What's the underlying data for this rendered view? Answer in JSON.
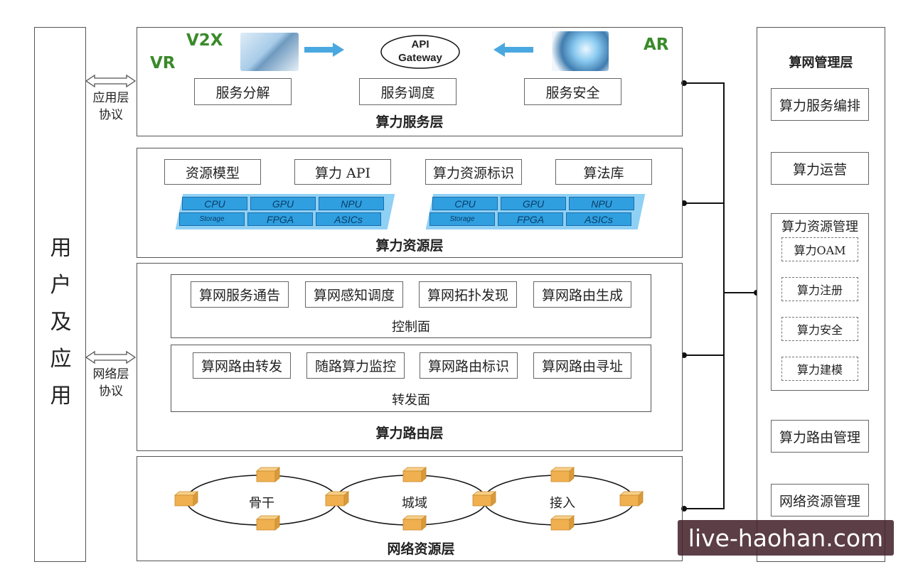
{
  "left_panel": {
    "title_chars": [
      "用",
      "户",
      "及",
      "应",
      "用"
    ]
  },
  "protocols": {
    "app": [
      "应用层",
      "协议"
    ],
    "net": [
      "网络层",
      "协议"
    ]
  },
  "service_layer": {
    "title": "算力服务层",
    "labels": {
      "v2x": "V2X",
      "vr": "VR",
      "ar": "AR"
    },
    "gateway": [
      "API",
      "Gateway"
    ],
    "boxes": [
      "服务分解",
      "服务调度",
      "服务安全"
    ]
  },
  "resource_layer": {
    "title": "算力资源层",
    "boxes": [
      "资源模型",
      "算力 API",
      "算力资源标识",
      "算法库"
    ],
    "chips_row1": [
      "CPU",
      "GPU",
      "NPU"
    ],
    "chips_row2": [
      "Storage",
      "FPGA",
      "ASICs"
    ]
  },
  "routing_layer": {
    "title": "算力路由层",
    "control_plane": {
      "label": "控制面",
      "boxes": [
        "算网服务通告",
        "算网感知调度",
        "算网拓扑发现",
        "算网路由生成"
      ]
    },
    "forward_plane": {
      "label": "转发面",
      "boxes": [
        "算网路由转发",
        "随路算力监控",
        "算网路由标识",
        "算网路由寻址"
      ]
    }
  },
  "network_layer": {
    "title": "网络资源层",
    "rings": [
      "骨干",
      "城域",
      "接入"
    ]
  },
  "management": {
    "title": "算网管理层",
    "items": [
      "算力服务编排",
      "算力运营"
    ],
    "resource_mgmt": {
      "title": "算力资源管理",
      "subitems": [
        "算力OAM",
        "算力注册",
        "算力安全",
        "算力建模"
      ]
    },
    "items_bottom": [
      "算力路由管理",
      "网络资源管理"
    ]
  },
  "watermark": "live-haohan.com",
  "colors": {
    "chip": "#2f9fe0",
    "chip_bg": "#8fd0f5",
    "label_green": "#3a8a2a",
    "arrow": "#4aa8e0",
    "router": "#f0b050"
  }
}
